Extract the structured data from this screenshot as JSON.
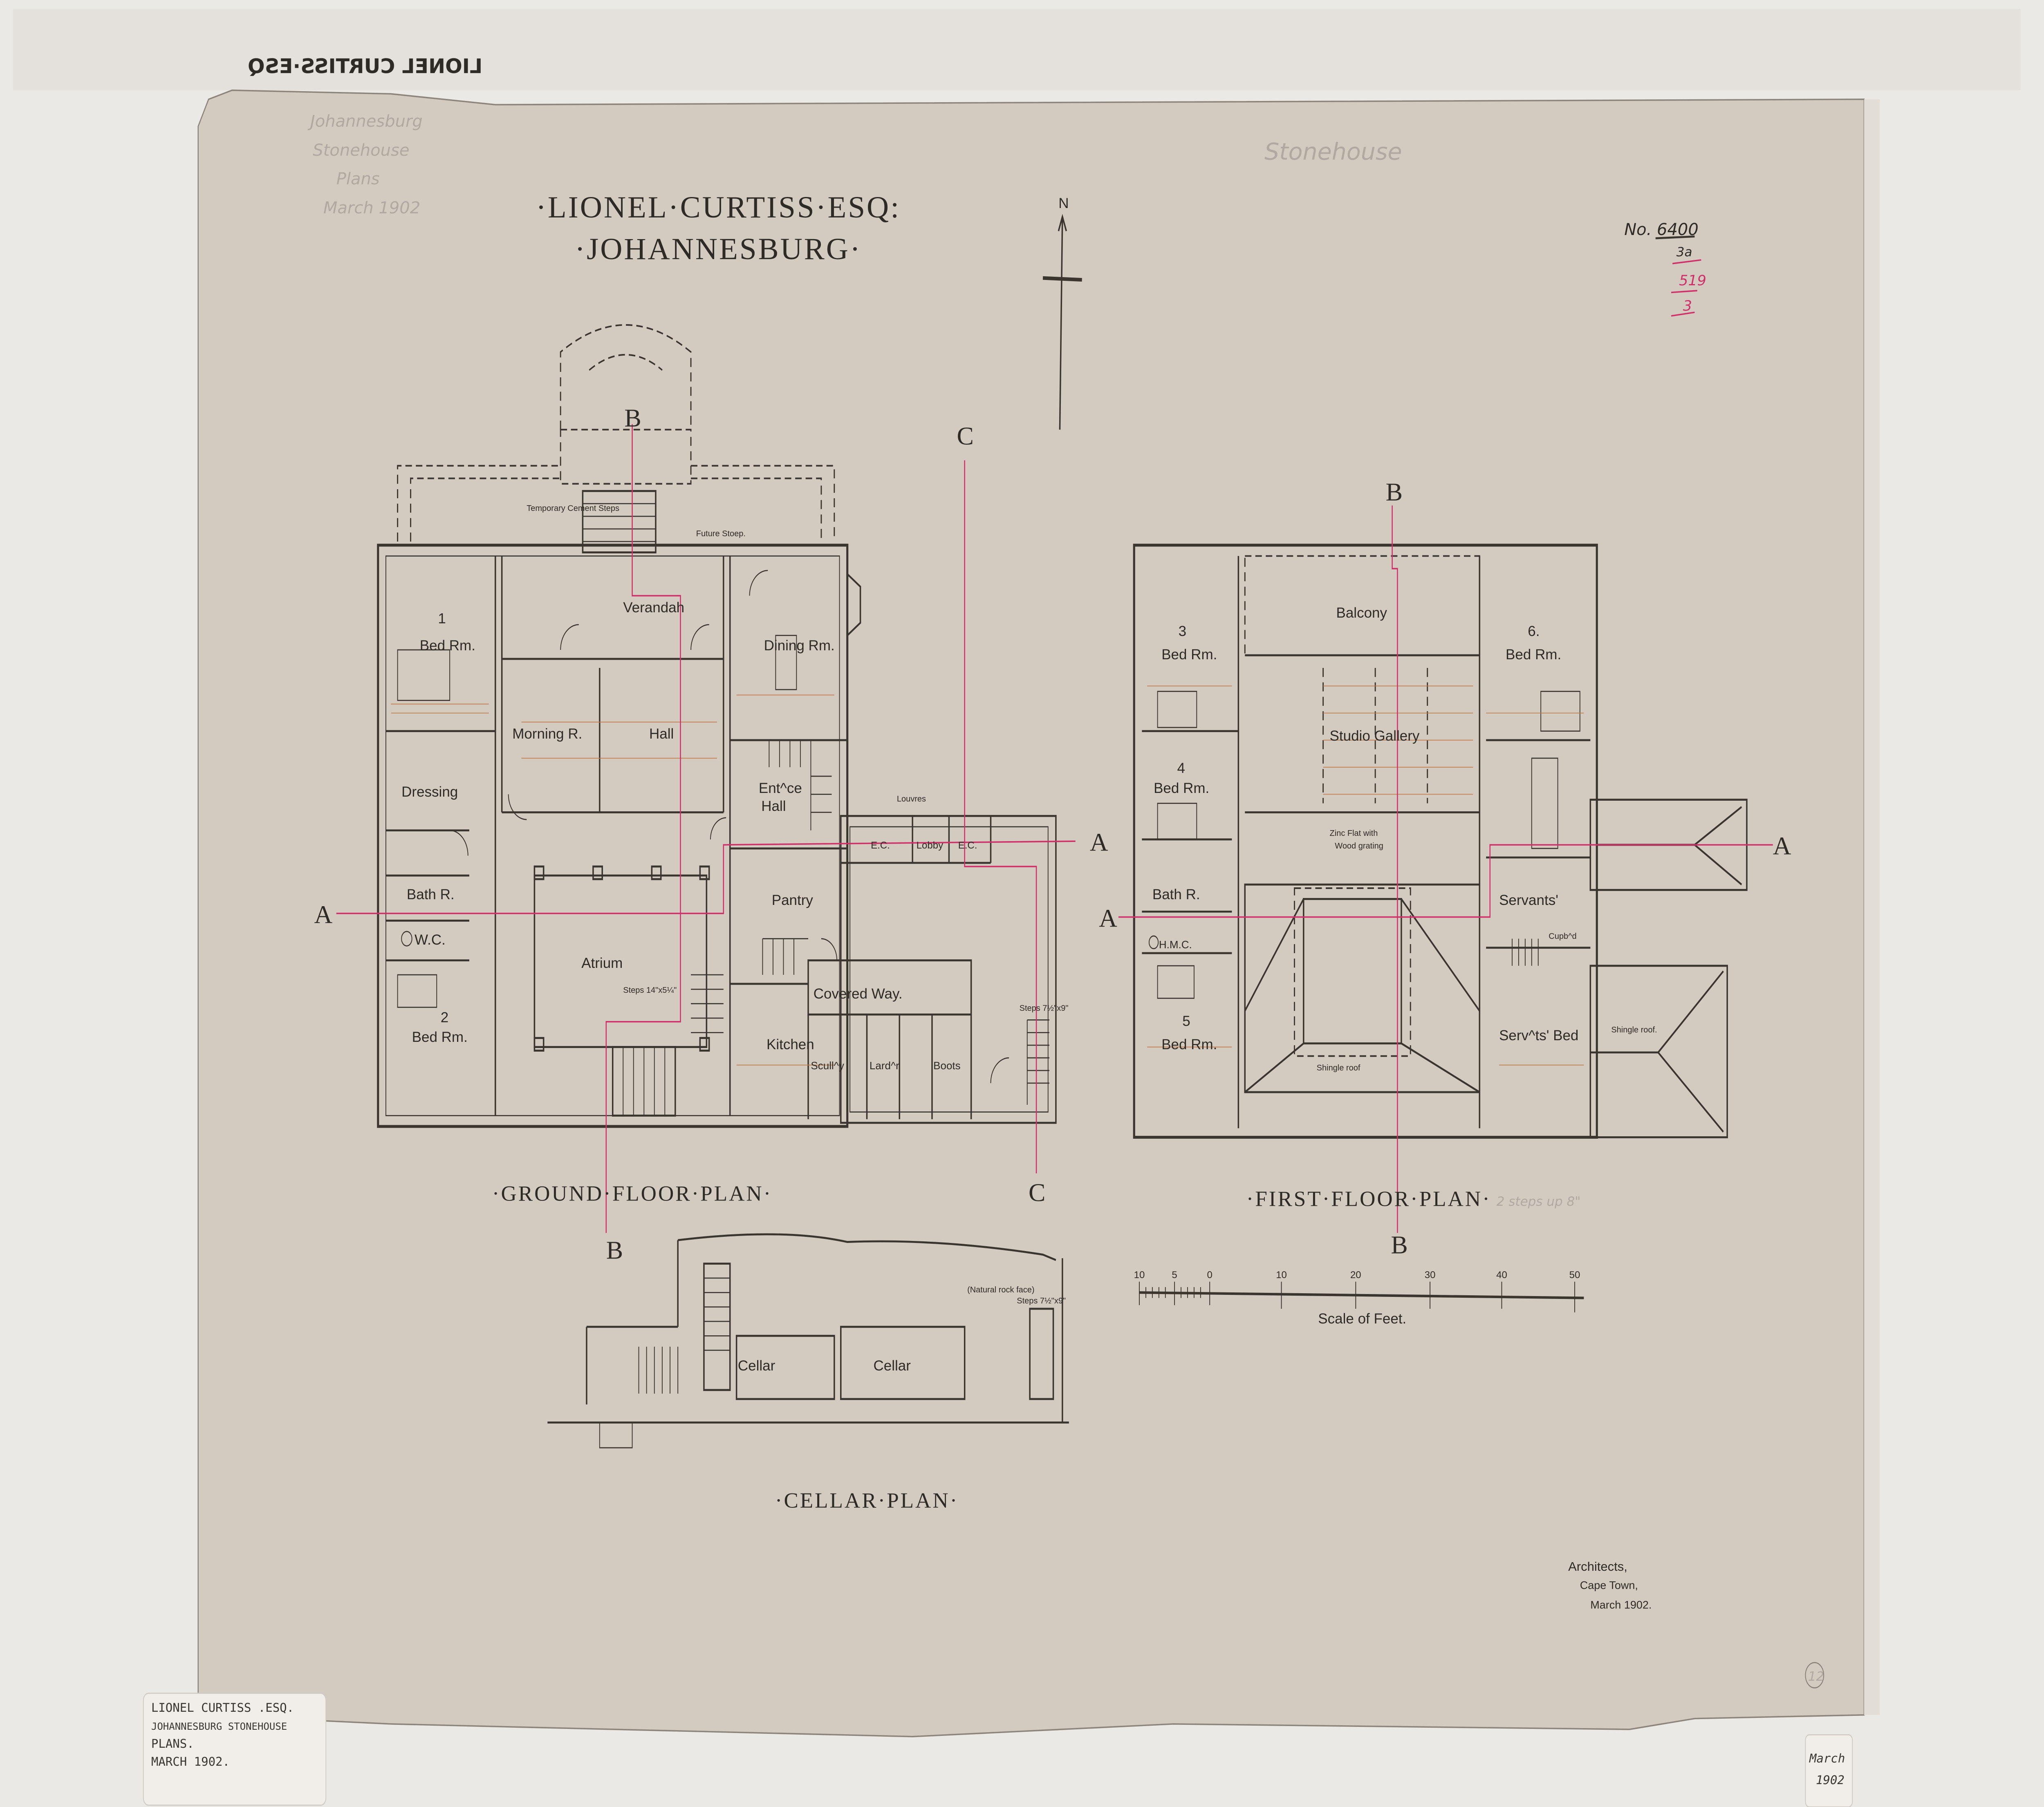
{
  "drawing": {
    "title_line1": "·LIONEL·CURTISS·ESQ:",
    "title_line2": "·JOHANNESBURG·",
    "mirrored_spine_label": "LIONEL CURTISS·ESQ",
    "north_label": "N",
    "drawing_number": "No. 6400",
    "drawing_number_sub": "3a",
    "red_reference_top": "519",
    "red_reference_bottom": "3",
    "pencil_note_top": "Stonehouse",
    "pencil_note_left": [
      "Johannesburg",
      "Stonehouse",
      "Plans",
      "March 1902"
    ],
    "sheet_circle_number": "12"
  },
  "ground_floor": {
    "caption": "·GROUND·FLOOR·PLAN·",
    "rooms": {
      "bed1_num": "1",
      "bed1": "Bed Rm.",
      "verandah": "Verandah",
      "dining": "Dining Rm.",
      "morning": "Morning R.",
      "hall": "Hall",
      "dressing": "Dressing",
      "entrance_hall_1": "Ent^ce",
      "entrance_hall_2": "Hall",
      "ec1": "E.C.",
      "lobby": "Lobby",
      "ec2": "E.C.",
      "bath": "Bath R.",
      "wc": "W.C.",
      "pantry": "Pantry",
      "atrium": "Atrium",
      "bed2_num": "2",
      "bed2": "Bed Rm.",
      "covered_way": "Covered Way.",
      "kitchen": "Kitchen",
      "scullery": "Scull^y",
      "larder": "Lard^r",
      "boots": "Boots"
    },
    "notes": {
      "steps_atrium": "Steps 14\"x5¼\"",
      "louvres": "Louvres",
      "temporary_steps": "Temporary Cement Steps",
      "future_stoep": "Future Stoep.",
      "steps_service": "Steps 7½\"x9\""
    }
  },
  "first_floor": {
    "caption": "·FIRST·FLOOR·PLAN·",
    "rooms": {
      "bed3_num": "3",
      "bed3": "Bed Rm.",
      "balcony": "Balcony",
      "bed6_num": "6.",
      "bed6": "Bed Rm.",
      "studio_gallery": "Studio Gallery",
      "bed4_num": "4",
      "bed4": "Bed Rm.",
      "zinc_flat_1": "Zinc Flat with",
      "zinc_flat_2": "Wood grating",
      "bath": "Bath R.",
      "servants": "Servants'",
      "hmc": "H.M.C.",
      "cupboard": "Cupb^d",
      "bed5_num": "5",
      "bed5": "Bed Rm.",
      "servants_bed": "Serv^ts' Bed",
      "shingle_roof_1": "Shingle roof",
      "shingle_roof_2": "Shingle roof."
    },
    "pencil_note": "2 steps up 8\""
  },
  "cellar": {
    "caption": "·CELLAR·PLAN·",
    "rooms": {
      "cellar1": "Cellar",
      "cellar2": "Cellar"
    },
    "notes": {
      "rock_face": "(Natural rock face)",
      "steps": "Steps 7½\"x9\""
    }
  },
  "sections": {
    "a": "A",
    "b": "B",
    "c": "C"
  },
  "scale_bar": {
    "label": "Scale of Feet.",
    "ticks": [
      "10",
      "5",
      "0",
      "10",
      "20",
      "30",
      "40",
      "50"
    ]
  },
  "architects_block": {
    "line1": "Architects,",
    "line2": "Cape Town,",
    "line3": "March 1902."
  },
  "label_card_left": [
    "LIONEL CURTISS .ESQ.",
    "JOHANNESBURG  STONEHOUSE",
    "PLANS.",
    "MARCH 1902."
  ],
  "label_card_right": [
    "March",
    "1902"
  ],
  "colors": {
    "ink": "#3b3530",
    "section_line": "#d0306a",
    "paper": "#d3cac0",
    "mount": "#ebe9e6"
  }
}
